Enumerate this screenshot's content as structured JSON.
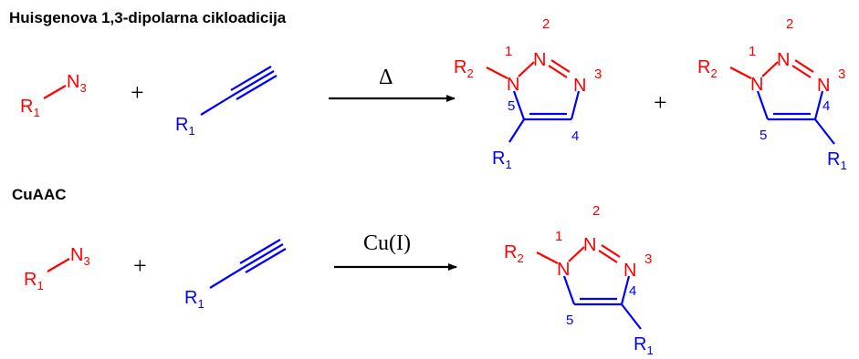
{
  "sections": {
    "thermal": {
      "title": "Huisgenova 1,3-dipolarna cikloadicija",
      "condition": "Δ"
    },
    "cuaac": {
      "title": "CuAAC",
      "condition": "Cu(I)"
    }
  },
  "labels": {
    "R": "R",
    "sub1": "1",
    "sub2": "2",
    "sub3": "3",
    "N": "N",
    "plus": "+"
  },
  "ring_numbers": {
    "n1": "1",
    "n2": "2",
    "n3": "3",
    "c4": "4",
    "c5": "5"
  },
  "colors": {
    "red": "#ff0000",
    "blue": "#0000ff",
    "black": "#000000"
  }
}
